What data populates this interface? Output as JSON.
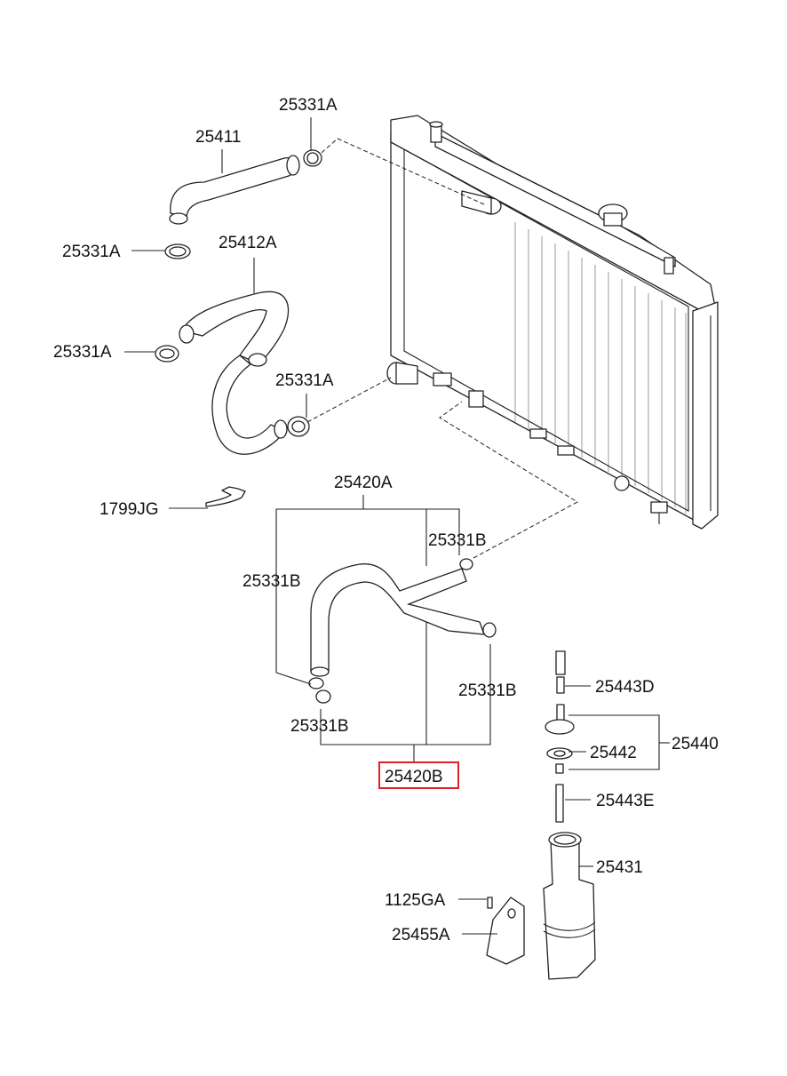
{
  "labels": {
    "l25331a_1": "25331A",
    "l25411": "25411",
    "l25331a_2": "25331A",
    "l25412a": "25412A",
    "l25331a_3": "25331A",
    "l25331a_4": "25331A",
    "l25420a": "25420A",
    "l1799jg": "1799JG",
    "l25331b_1": "25331B",
    "l25331b_2": "25331B",
    "l25331b_3": "25331B",
    "l25331b_4": "25331B",
    "l25420b": "25420B",
    "l25443d": "25443D",
    "l25440": "25440",
    "l25442": "25442",
    "l25443e": "25443E",
    "l25431": "25431",
    "l1125ga": "1125GA",
    "l25455a": "25455A"
  },
  "highlight_color": "#e0202a"
}
